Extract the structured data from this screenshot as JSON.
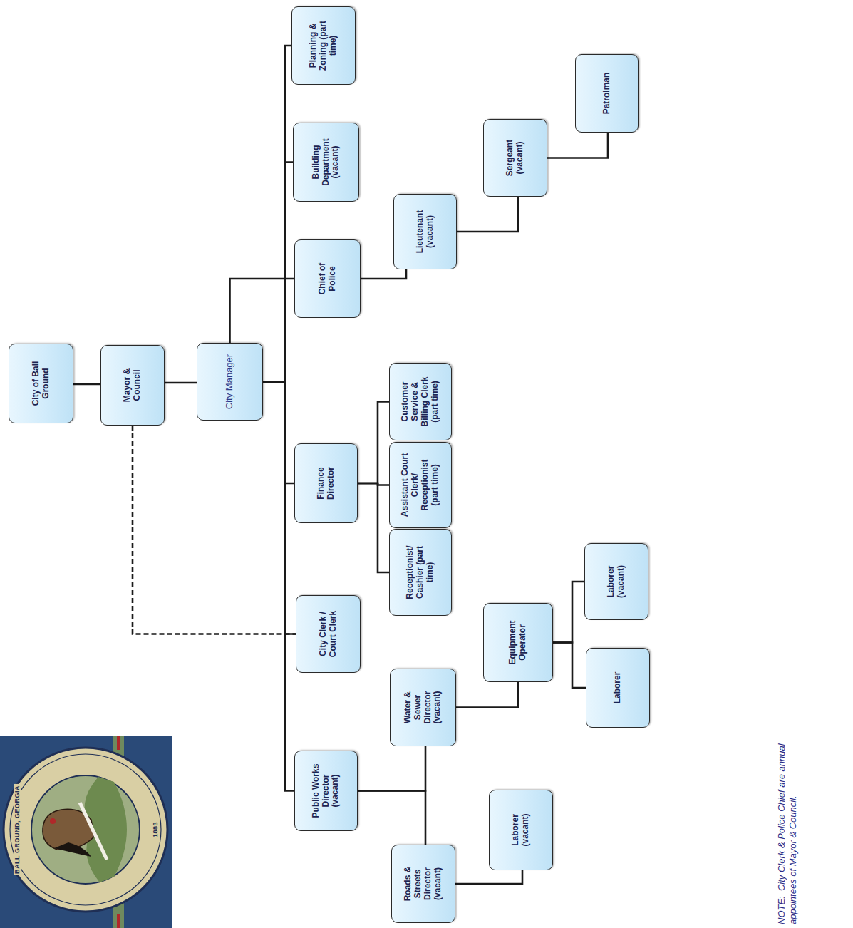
{
  "diagram": {
    "nodes": [
      {
        "text": [
          "City of Ball Ground"
        ]
      },
      {
        "text": [
          "Mayor & Council"
        ]
      },
      {
        "text": [
          "City Manager"
        ]
      },
      {
        "text": [
          "Public Works Director (vacant)"
        ]
      },
      {
        "text": [
          "City Clerk / Court Clerk"
        ]
      },
      {
        "text": [
          "Finance Director"
        ]
      },
      {
        "text": [
          "Chief of Police"
        ]
      },
      {
        "text": [
          "Building Department (vacant)"
        ]
      },
      {
        "text": [
          "Planning & Zoning (part time)"
        ]
      },
      {
        "text": [
          "Roads & Streets Director (vacant)"
        ]
      },
      {
        "text": [
          "Water & Sewer Director (vacant)"
        ]
      },
      {
        "text": [
          "Receptionist/ Cashier (part time)"
        ]
      },
      {
        "text": [
          "Assistant Court Clerk/ Receptionist (part time)"
        ]
      },
      {
        "text": [
          "Customer Service & Billing Clerk (part time)"
        ]
      },
      {
        "text": [
          "Lieutenant (vacant)"
        ]
      },
      {
        "text": [
          "Laborer (vacant)"
        ]
      },
      {
        "text": [
          "Equipment Operator"
        ]
      },
      {
        "text": [
          "Sergeant (vacant)"
        ]
      },
      {
        "text": [
          "Laborer (vacant)"
        ]
      },
      {
        "text": [
          "Laborer"
        ]
      },
      {
        "text": [
          "Patrolman"
        ]
      }
    ],
    "edges": [
      {
        "from": 0,
        "to": 1,
        "arrow": "none"
      },
      {
        "from": 1,
        "to": 2,
        "arrow": "none"
      },
      {
        "from": 2,
        "to": 3,
        "arrow": "none"
      },
      {
        "from": 2,
        "to": 4,
        "arrow": "none"
      },
      {
        "from": 2,
        "to": 5,
        "arrow": "none"
      },
      {
        "from": 2,
        "to": 6,
        "arrow": "none"
      },
      {
        "from": 2,
        "to": 7,
        "arrow": "none"
      },
      {
        "from": 2,
        "to": 8,
        "arrow": "none"
      },
      {
        "from": 1,
        "to": 4,
        "arrow": "none"
      },
      {
        "from": 5,
        "to": 11,
        "arrow": "none"
      },
      {
        "from": 5,
        "to": 12,
        "arrow": "none"
      },
      {
        "from": 5,
        "to": 13,
        "arrow": "none"
      },
      {
        "from": 6,
        "to": 14,
        "arrow": "none"
      },
      {
        "from": 14,
        "to": 17,
        "arrow": "none"
      },
      {
        "from": 17,
        "to": 20,
        "arrow": "none"
      },
      {
        "from": 3,
        "to": 10,
        "arrow": "none"
      },
      {
        "from": 3,
        "to": 9,
        "arrow": "none"
      },
      {
        "from": 10,
        "to": 16,
        "arrow": "none"
      },
      {
        "from": 16,
        "to": 18,
        "arrow": "none"
      },
      {
        "from": 16,
        "to": 19,
        "arrow": "none"
      },
      {
        "from": 9,
        "to": 15,
        "arrow": "none"
      }
    ],
    "labels": [
      "NOTE:  City Clerk & Police Chief are annual appointees of Mayor & Council.",
      "BALL GROUND, GEORGIA",
      "1883"
    ]
  }
}
